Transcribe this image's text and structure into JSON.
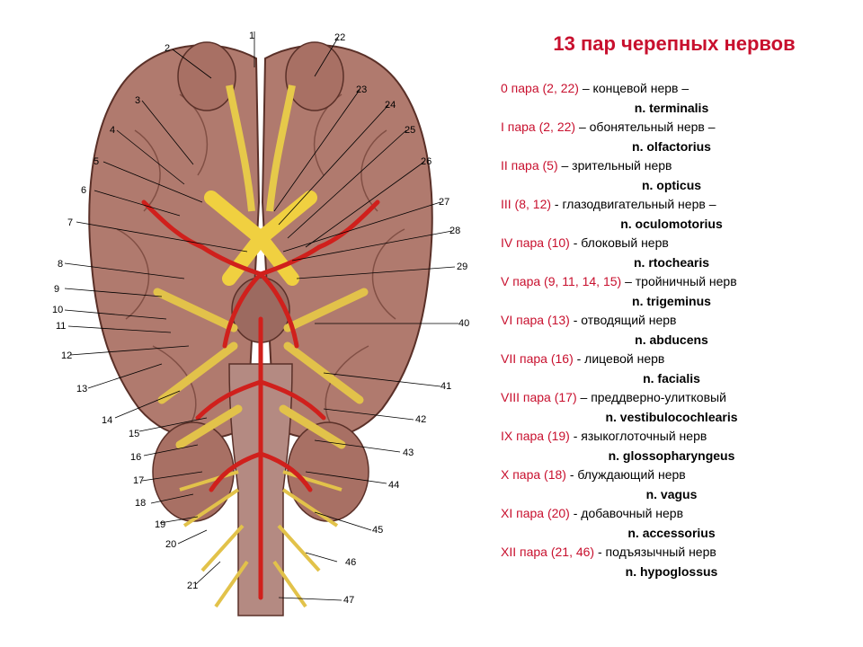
{
  "title": "13 пар черепных нервов",
  "figure_labels": [
    "1",
    "2",
    "3",
    "4",
    "5",
    "6",
    "7",
    "8",
    "9",
    "10",
    "11",
    "12",
    "13",
    "14",
    "15",
    "16",
    "17",
    "18",
    "19",
    "20",
    "21",
    "22",
    "23",
    "24",
    "25",
    "26",
    "27",
    "28",
    "29",
    "40",
    "41",
    "42",
    "43",
    "44",
    "45",
    "46",
    "47"
  ],
  "nerves": [
    {
      "pair": "0 пара (2, 22)",
      "name": " – концевой нерв –",
      "latin": "n. terminalis"
    },
    {
      "pair": "I пара (2, 22)",
      "name": " – обонятельный нерв –",
      "latin": "n. olfactorius"
    },
    {
      "pair": "II пара (5)",
      "name": " – зрительный нерв",
      "latin": "n. opticus"
    },
    {
      "pair": "III (8, 12)",
      "name": " - глазодвигательный нерв –",
      "latin": "n. oculomotorius"
    },
    {
      "pair": "IV пара (10)",
      "name": " - блоковый нерв",
      "latin": "n. rtochearis"
    },
    {
      "pair": "V пара (9, 11, 14, 15)",
      "name": " – тройничный нерв",
      "latin": "n. trigeminus"
    },
    {
      "pair": "VI пара (13)",
      "name": " - отводящий нерв",
      "latin": "n. abducens"
    },
    {
      "pair": "VII пара (16)",
      "name": " - лицевой нерв",
      "latin": "n. facialis"
    },
    {
      "pair": "VIII пара (17)",
      "name": " – преддверно-улитковый",
      "latin": "n. vestibulocochlearis"
    },
    {
      "pair": "IX пара (19)",
      "name": " - языкоглоточный нерв",
      "latin": "n. glossopharyngeus"
    },
    {
      "pair": "X пара (18)",
      "name": " - блуждающий нерв",
      "latin": "n. vagus"
    },
    {
      "pair": "XI пара (20)",
      "name": " - добавочный нерв",
      "latin": "n. accessorius"
    },
    {
      "pair": "XII пара (21, 46)",
      "name": " - подъязычный нерв",
      "latin": "n. hypoglossus"
    }
  ]
}
